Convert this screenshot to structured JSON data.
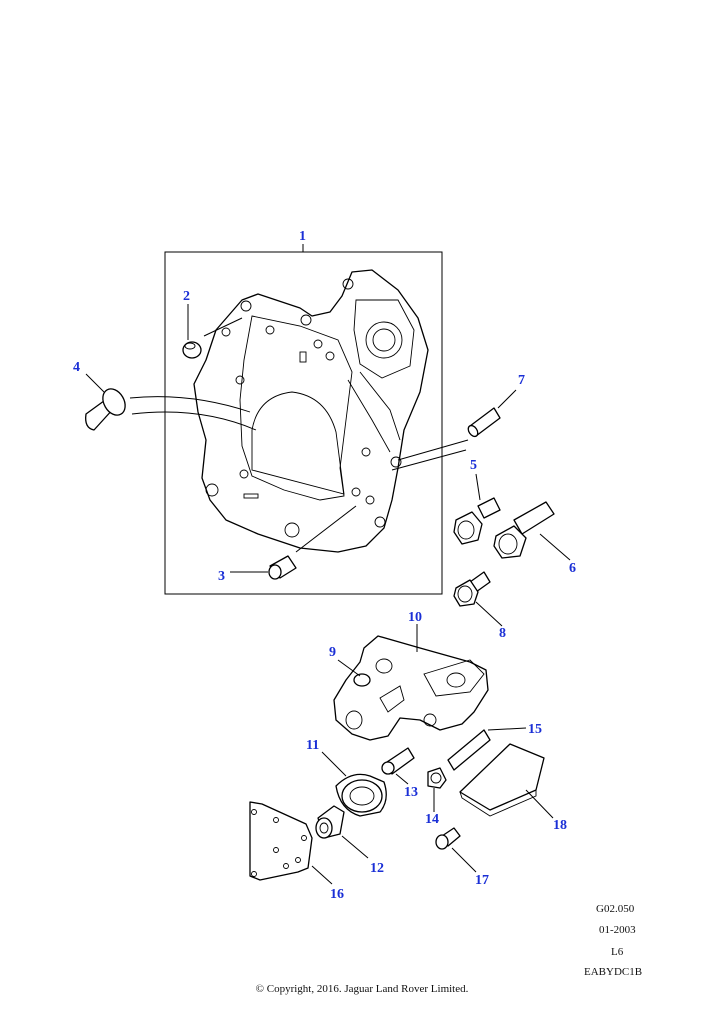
{
  "callouts": {
    "c1": "1",
    "c2": "2",
    "c3": "3",
    "c4": "4",
    "c5": "5",
    "c6": "6",
    "c7": "7",
    "c8": "8",
    "c9": "9",
    "c10": "10",
    "c11": "11",
    "c12": "12",
    "c13": "13",
    "c14": "14",
    "c15": "15",
    "c16": "16",
    "c17": "17",
    "c18": "18"
  },
  "footer": {
    "ref_code": "G02.050",
    "date": "01-2003",
    "variant": "L6",
    "drawing_id": "EABYDC1B",
    "copyright": "© Copyright, 2016. Jaguar Land Rover Limited."
  },
  "colors": {
    "callout": "#1a2fd6",
    "line": "#000000"
  }
}
